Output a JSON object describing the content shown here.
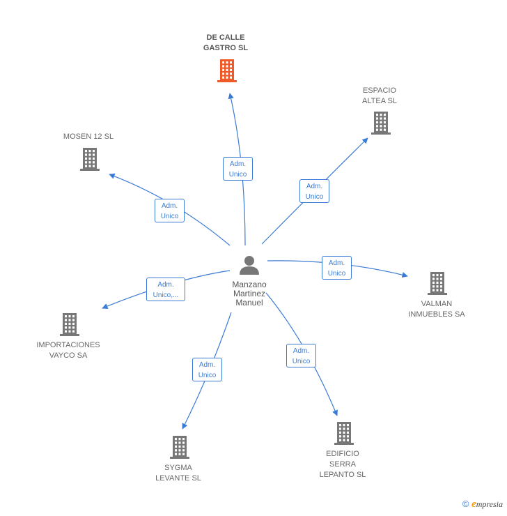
{
  "center": {
    "name": "Manzano\nMartinez\nManuel",
    "icon": "person-icon"
  },
  "companies": [
    {
      "id": "de-calle-gastro",
      "name": "DE CALLE\nGASTRO  SL",
      "highlight": true,
      "role": "Adm.\nUnico"
    },
    {
      "id": "espacio-altea",
      "name": "ESPACIO\nALTEA SL",
      "highlight": false,
      "role": "Adm.\nUnico"
    },
    {
      "id": "mosen-12",
      "name": "MOSEN 12 SL",
      "highlight": false,
      "role": "Adm.\nUnico"
    },
    {
      "id": "valman-inmuebles",
      "name": "VALMAN\nINMUEBLES SA",
      "highlight": false,
      "role": "Adm.\nUnico"
    },
    {
      "id": "importaciones-vayco",
      "name": "IMPORTACIONES\nVAYCO SA",
      "highlight": false,
      "role": "Adm.\nUnico,..."
    },
    {
      "id": "edificio-serra-lepanto",
      "name": "EDIFICIO\nSERRA\nLEPANTO SL",
      "highlight": false,
      "role": "Adm.\nUnico"
    },
    {
      "id": "sygma-levante",
      "name": "SYGMA\nLEVANTE  SL",
      "highlight": false,
      "role": "Adm.\nUnico"
    }
  ],
  "colors": {
    "edge": "#3a7bd5",
    "building": "#777777",
    "building_highlight": "#f05a28",
    "person": "#777777"
  },
  "footer": {
    "copyright": "©",
    "brand_initial": "e",
    "brand_rest": "mpresia"
  }
}
